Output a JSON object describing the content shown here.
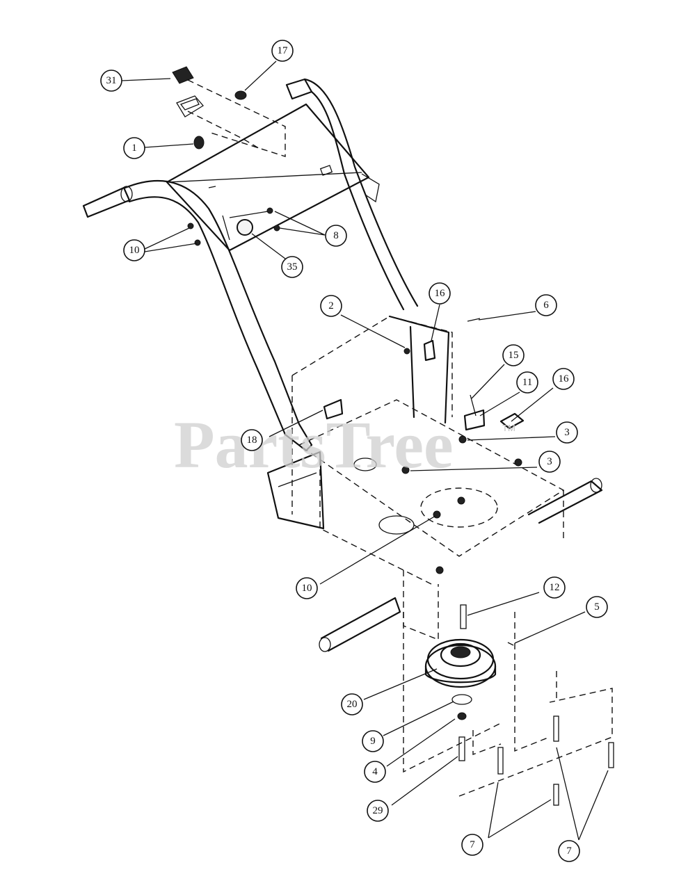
{
  "watermark": {
    "text": "PartsTree",
    "tm": "TM"
  },
  "callouts": [
    {
      "label": "31"
    },
    {
      "label": "17"
    },
    {
      "label": "1"
    },
    {
      "label": "10"
    },
    {
      "label": "35"
    },
    {
      "label": "8"
    },
    {
      "label": "2"
    },
    {
      "label": "16"
    },
    {
      "label": "6"
    },
    {
      "label": "15"
    },
    {
      "label": "11"
    },
    {
      "label": "16"
    },
    {
      "label": "3"
    },
    {
      "label": "3"
    },
    {
      "label": "18"
    },
    {
      "label": "10"
    },
    {
      "label": "12"
    },
    {
      "label": "5"
    },
    {
      "label": "20"
    },
    {
      "label": "9"
    },
    {
      "label": "4"
    },
    {
      "label": "29"
    },
    {
      "label": "7"
    },
    {
      "label": "7"
    }
  ]
}
